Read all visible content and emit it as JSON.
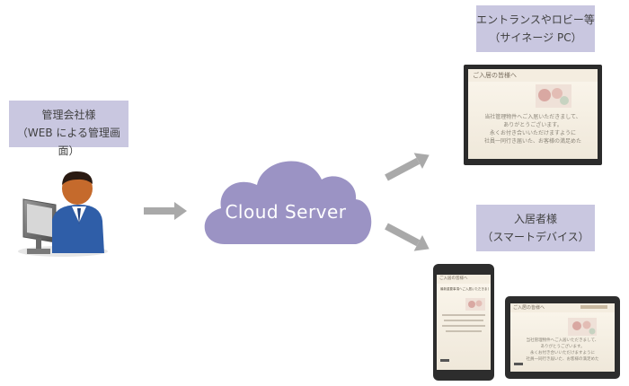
{
  "labels": {
    "admin": {
      "line1": "管理会社様",
      "line2": "（WEB による管理画面）"
    },
    "entrance": {
      "line1": "エントランスやロビー等",
      "line2": "（サイネージ PC）"
    },
    "resident": {
      "line1": "入居者様",
      "line2": "（スマートデバイス）"
    }
  },
  "cloud": {
    "label": "Cloud Server"
  },
  "signage": {
    "title": "ご入居の皆様へ",
    "line1": "当社管理物件へご入居いただきまして、",
    "line2": "ありがとうございます。",
    "line3": "永くお付き合いいただけますように",
    "line4": "社員一同行き届いた、お客様の満足めた"
  },
  "phone": {
    "title": "ご入居の皆様へ",
    "badge": "最新重要事項へご入居いただきまして"
  },
  "tablet": {
    "title": "ご入居の皆様へ",
    "line1": "当社管理物件へご入居いただきまして、",
    "line2": "ありがとうございます。",
    "line3": "永くお付き合いいただけますように",
    "line4": "社員一同行き届いた、お客様の満足めた"
  },
  "colors": {
    "label_bg": "#c9c7e0",
    "cloud": "#9b93c4",
    "arrow": "#a9a9a9",
    "person_head": "#c56a2c",
    "person_suit": "#2f5ea8"
  }
}
